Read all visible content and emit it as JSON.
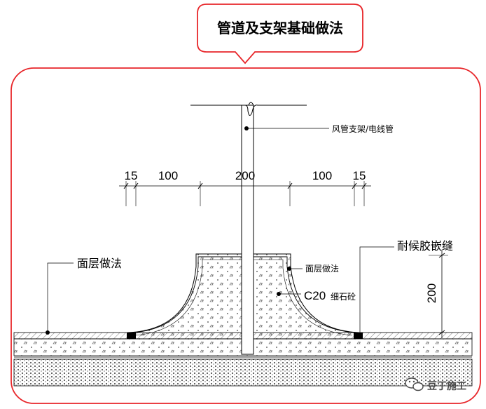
{
  "title": "管道及支架基础做法",
  "dimensions": {
    "h1": "15",
    "h2": "100",
    "h3": "200",
    "h4": "100",
    "h5": "15",
    "v1": "200"
  },
  "labels": {
    "duct_support": "风管支架/电线管",
    "surface_left": "面层做法",
    "weather_sealant": "耐候胶嵌缝",
    "surface_inner": "面层做法",
    "concrete_grade": "C20",
    "concrete_type": "细石砼"
  },
  "watermark": "豆丁施工",
  "colors": {
    "frame": "#e8262a",
    "line": "#000000"
  }
}
